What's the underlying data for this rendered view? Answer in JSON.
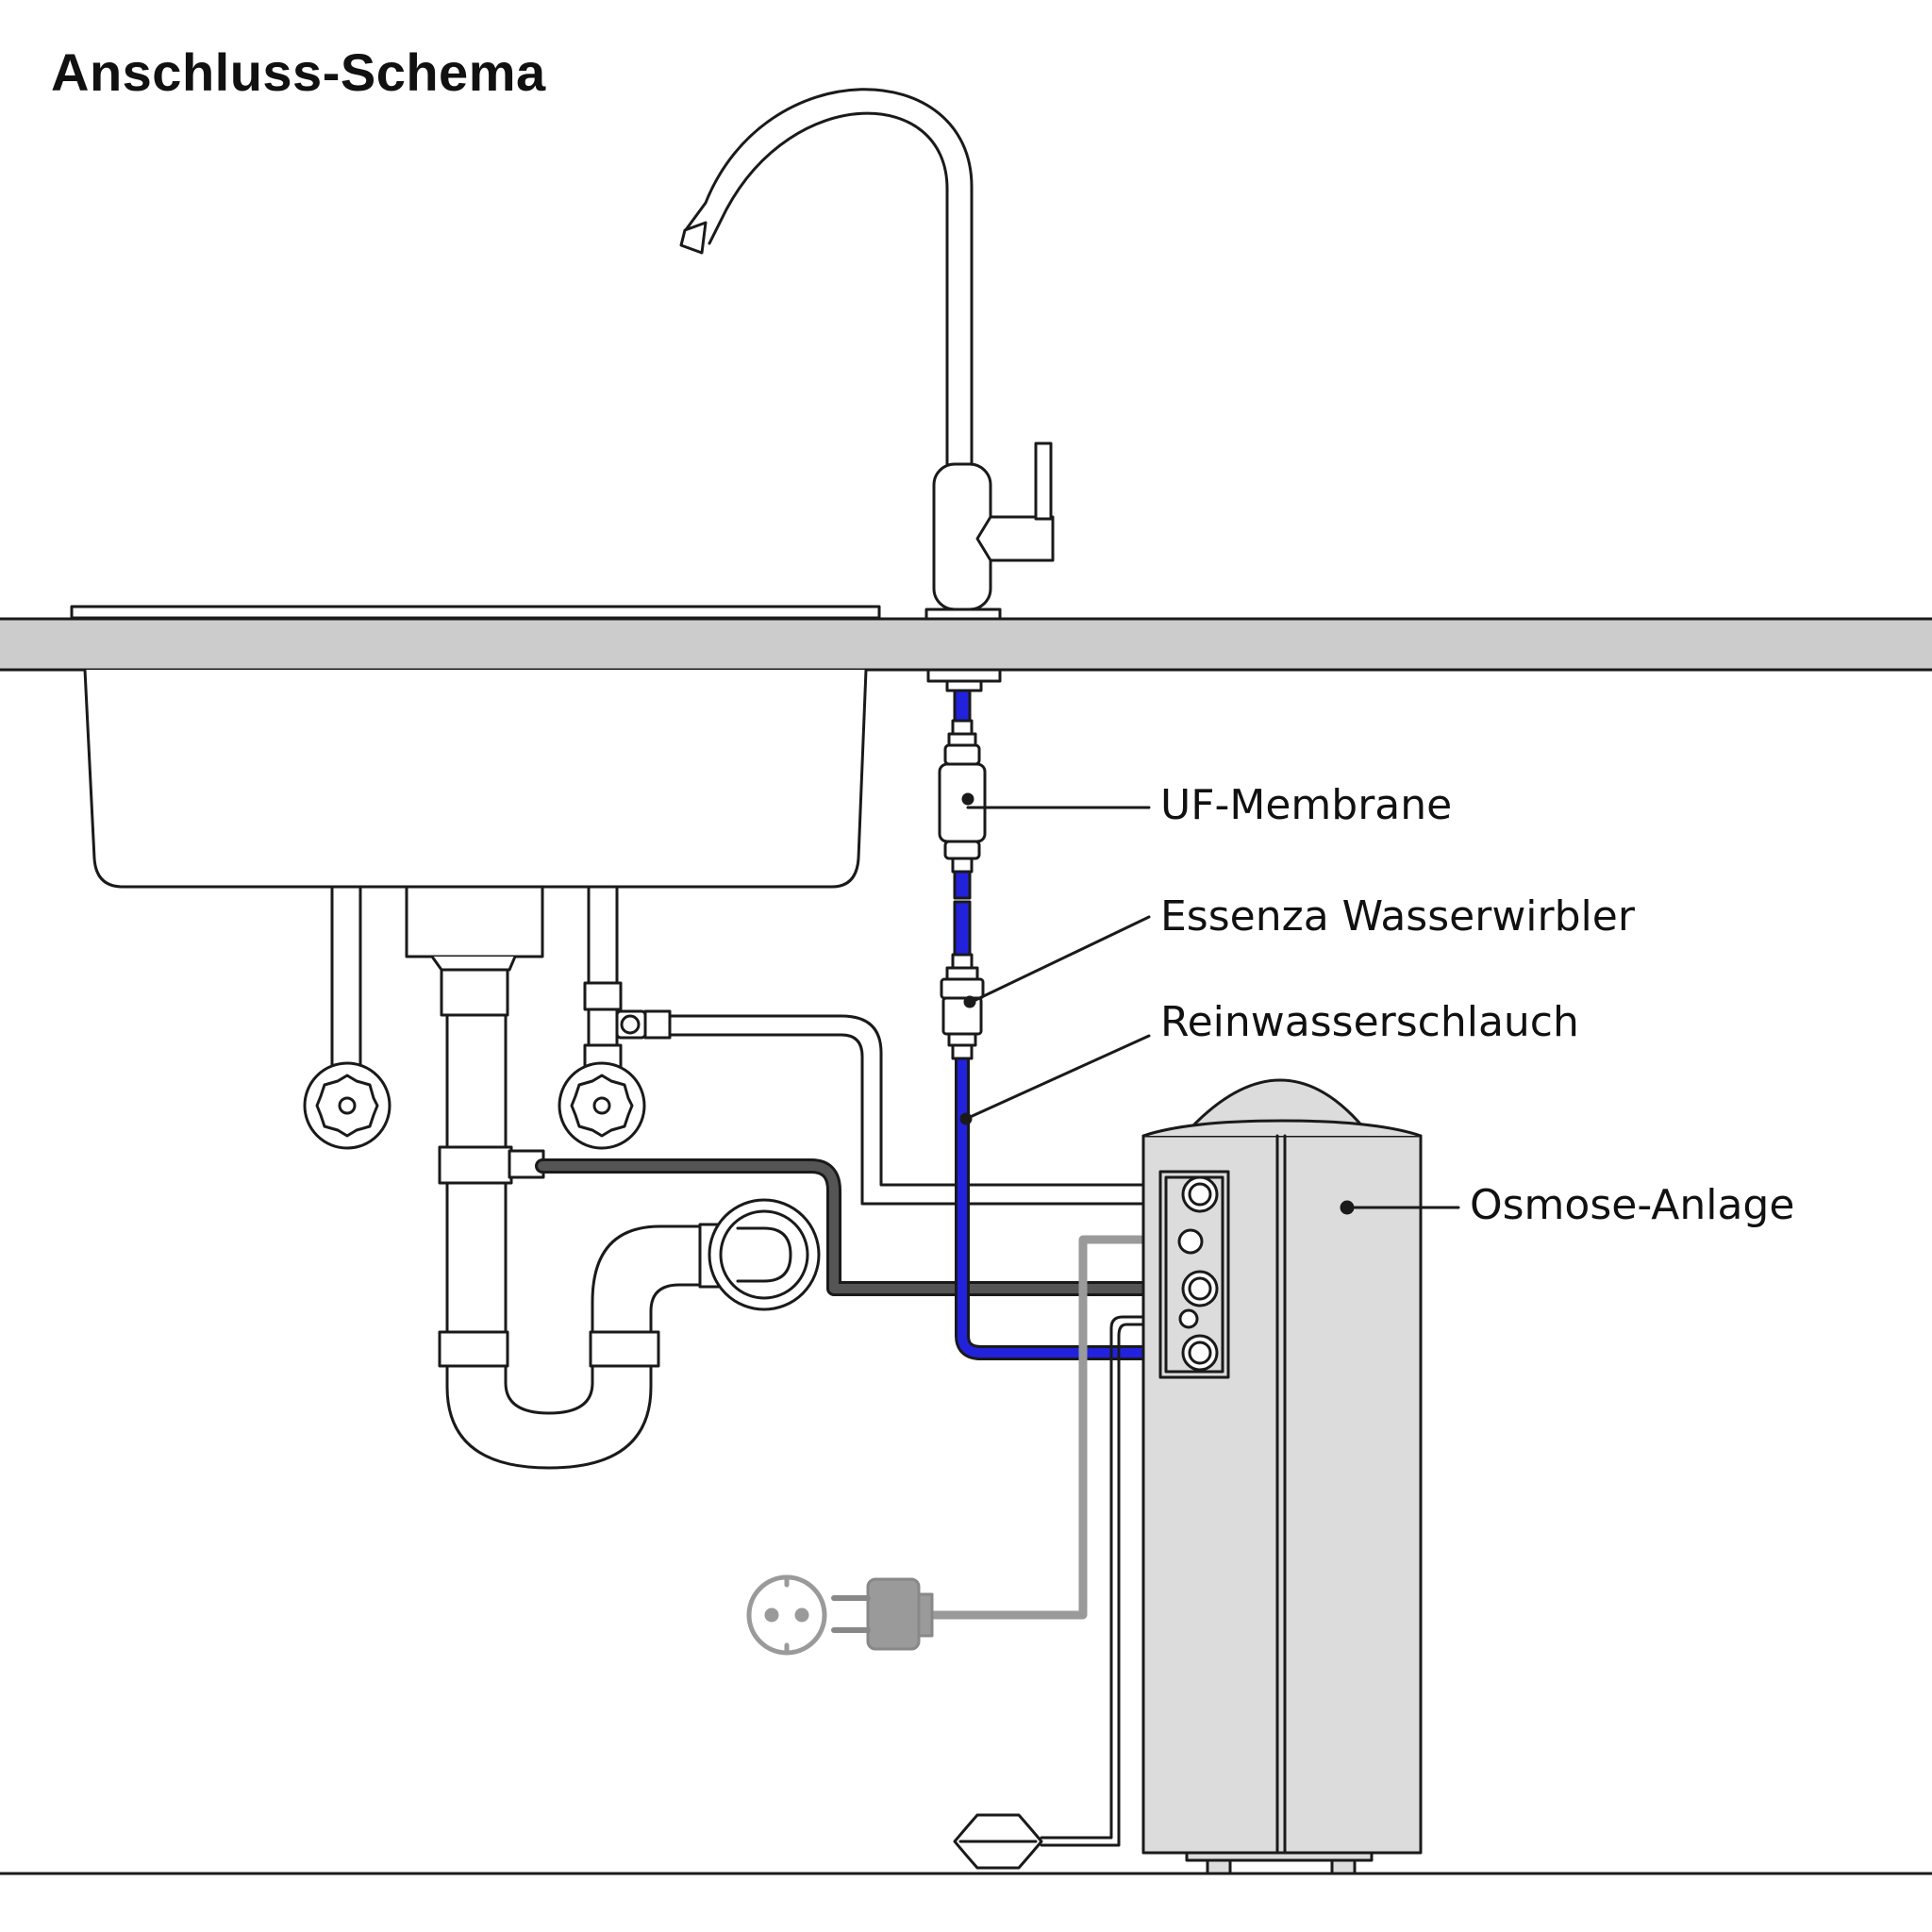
{
  "title": "Anschluss-Schema",
  "labels": {
    "uf_membrane": "UF-Membrane",
    "wasserwirbler": "Essenza Wasserwirbler",
    "reinwasserschlauch": "Reinwasserschlauch",
    "osmose_anlage": "Osmose-Anlage"
  },
  "colors": {
    "outline": "#1a1a1a",
    "countertop": "#cccccc",
    "unit_body": "#dcdcdc",
    "pure_water_hose": "#1a1ad6",
    "drain_hose": "#3a3a3a",
    "power_cable": "#9a9a9a"
  }
}
